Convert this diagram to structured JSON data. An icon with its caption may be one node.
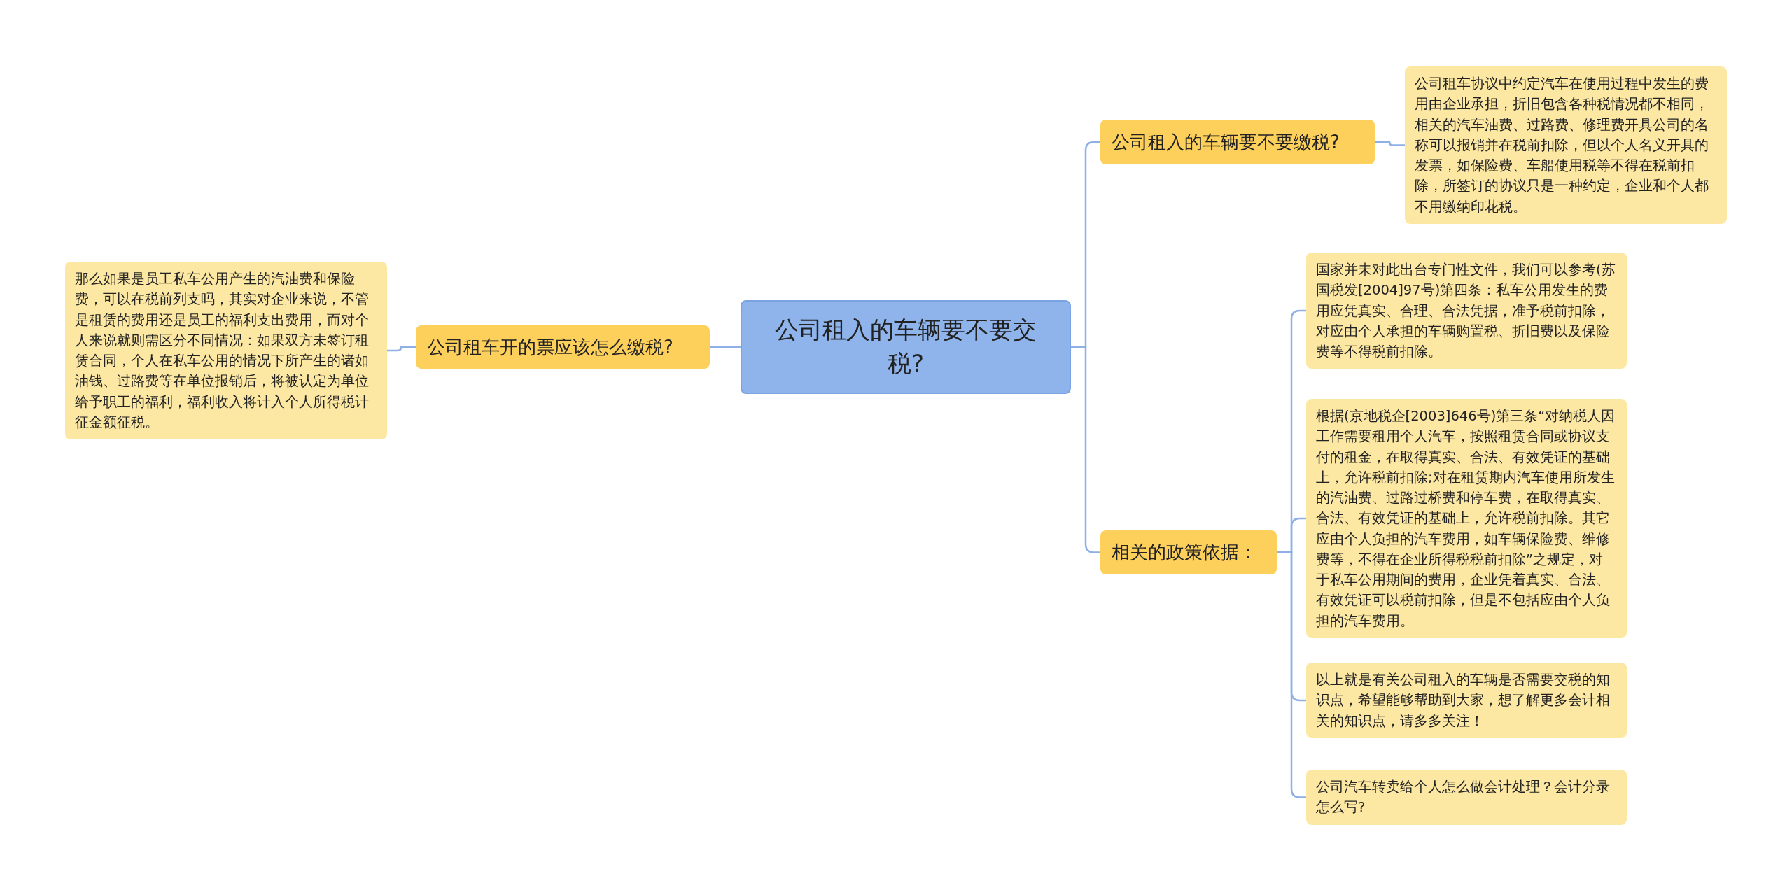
{
  "diagram": {
    "nodes": [
      {
        "text": [
          "公司租入的车辆要不要交税?"
        ]
      },
      {
        "text": [
          "公司租车开的票应该怎么缴税?"
        ]
      },
      {
        "text": [
          "那么如果是员工私车公用产生的汽油费和保险费，可以在税前列支吗，其实对企业来说，不管是租赁的费用还是员工的福利支出费用，而对个人来说就则需区分不同情况：如果双方未签订租赁合同，个人在私车公用的情况下所产生的诸如油钱、过路费等在单位报销后，将被认定为单位给予职工的福利，福利收入将计入个人所得税计征金额征税。"
        ]
      },
      {
        "text": [
          "公司租入的车辆要不要缴税?"
        ]
      },
      {
        "text": [
          "公司租车协议中约定汽车在使用过程中发生的费用由企业承担，折旧包含各种税情况都不相同，相关的汽车油费、过路费、修理费开具公司的名称可以报销并在税前扣除，但以个人名义开具的发票，如保险费、车船使用税等不得在税前扣除，所签订的协议只是一种约定，企业和个人都不用缴纳印花税。"
        ]
      },
      {
        "text": [
          "相关的政策依据："
        ]
      },
      {
        "text": [
          "国家并未对此出台专门性文件，我们可以参考(苏国税发[2004]97号)第四条：私车公用发生的费用应凭真实、合理、合法凭据，准予税前扣除，对应由个人承担的车辆购置税、折旧费以及保险费等不得税前扣除。"
        ]
      },
      {
        "text": [
          "根据(京地税企[2003]646号)第三条“对纳税人因工作需要租用个人汽车，按照租赁合同或协议支付的租金，在取得真实、合法、有效凭证的基础上，允许税前扣除;对在租赁期内汽车使用所发生的汽油费、过路过桥费和停车费，在取得真实、合法、有效凭证的基础上，允许税前扣除。其它应由个人负担的汽车费用，如车辆保险费、维修费等，不得在企业所得税税前扣除”之规定，对于私车公用期间的费用，企业凭着真实、合法、有效凭证可以税前扣除，但是不包括应由个人负担的汽车费用。"
        ]
      },
      {
        "text": [
          "以上就是有关公司租入的车辆是否需要交税的知识点，希望能够帮助到大家，想了解更多会计相关的知识点，请多多关注！"
        ]
      },
      {
        "text": [
          "公司汽车转卖给个人怎么做会计处理？会计分录怎么写?"
        ]
      }
    ],
    "edges": [
      {
        "from": 0,
        "to": 1,
        "arrow": "none"
      },
      {
        "from": 1,
        "to": 2,
        "arrow": "none"
      },
      {
        "from": 0,
        "to": 3,
        "arrow": "none"
      },
      {
        "from": 3,
        "to": 4,
        "arrow": "none"
      },
      {
        "from": 0,
        "to": 5,
        "arrow": "none"
      },
      {
        "from": 5,
        "to": 6,
        "arrow": "none"
      },
      {
        "from": 5,
        "to": 7,
        "arrow": "none"
      },
      {
        "from": 5,
        "to": 8,
        "arrow": "none"
      },
      {
        "from": 5,
        "to": 9,
        "arrow": "none"
      }
    ]
  }
}
